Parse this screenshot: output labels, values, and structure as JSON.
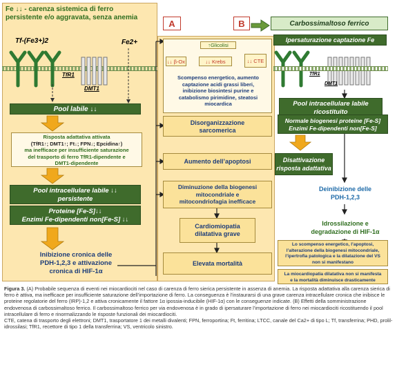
{
  "panelA": {
    "title_line1": "Fe ↓↓ - carenza sistemica di ferro",
    "title_line2": "persistente e/o aggravata, senza anemia",
    "letter": "A",
    "tf_label": "Tf-(Fe3+)2",
    "fe2_label": "Fe2+",
    "tfr1_label": "TfR1",
    "dmt1_label": "DMT1",
    "pool_labile": "Pool labile ↓↓",
    "adaptive": {
      "line1": "Risposta adattativa attivata",
      "line2": "(TfR1↑; DMT1↑; Ft↓; FPN↓; Epcidina↑)",
      "line3": "ma inefficace per insufficiente saturazione",
      "line4": "del trasporto di ferro TfR1-dipendente e",
      "line5": "DMT1-dipendente"
    },
    "pool_persistent_1": "Pool intracellulare labile ↓↓",
    "pool_persistent_2": "persistente",
    "proteins_1": "Proteine [Fe-S]↓↓",
    "proteins_2": "Enzimi Fe-dipendenti non[Fe-S] ↓↓",
    "inhibition_1": "Inibizione cronica delle",
    "inhibition_2": "PDH-1,2,3 e  attivazione",
    "inhibition_3": "cronica di HIF-1α",
    "glicolisi": "↑Glicolisi",
    "box_box": "↓↓ β-Ox",
    "krebs": "↓↓ Krebs",
    "cte": "↓↓ CTE",
    "energy_1": "Scompenso energetico,  aumento",
    "energy_2": "captazione acidi grassi liberi,",
    "energy_3": "inibizione biosintesi purine e",
    "energy_4": "catabolismo pirimidine, steatosi",
    "energy_5": "miocardica",
    "disorg_1": "Disorganizzazione",
    "disorg_2": "sarcomerica",
    "apoptosis": "Aumento dell’apoptosi",
    "biogenesis_1": "Diminuzione della biogenesi",
    "biogenesis_2": "mitocondriale e",
    "biogenesis_3": "mitocondriofagia inefficace",
    "cardio_1": "Cardiomiopatia",
    "cardio_2": "dilatativa grave",
    "mortality": "Elevata mortalità"
  },
  "panelB": {
    "letter": "B",
    "carbo": "Carbossimaltoso ferrico",
    "iper": "Ipersaturazione captazione Fe",
    "tfr1_label": "TfR1",
    "dmt1_label": "DMT1",
    "pool_1": "Pool intracellulare labile",
    "pool_2": "ricostituito",
    "normal_1": "Normale biogenesi proteine [Fe-S]",
    "normal_2": "Enzimi Fe-dipendenti non[Fe-S]",
    "deact_1": "Disattivazione",
    "deact_2": "risposta adattativa",
    "deinhib_1": "Deinibizione delle",
    "deinhib_2": "PDH-1,2,3",
    "idross_1": "Idrossilazione e",
    "idross_2": "degradazione di HIF-1α",
    "result1_1": "Lo scompenso energetico, l’apoptosi,",
    "result1_2": "l’alterazione della biogenesi mitocondriale,",
    "result1_3": "l’ipertrofia patologica e la dilatazione del VS",
    "result1_4": "non si manifestano",
    "result2_1": "La miocardiopatia dilatativa non si manifesta",
    "result2_2": "e la mortalità diminuisce drasticamente"
  },
  "caption": {
    "p1_bold": "Figura 3.",
    "p1": " (A) Probabile sequenza di eventi nei miocardiociti nel caso di carenza di ferro sierica persistente in assenza di anemia. La risposta adattativa alla carenza sierica di ferro è attiva, ma inefficace per insufficiente saturazione dell’importazione di ferro. La conseguenza è l’instaurarsi di una grave carenza intracellulare cronica che inibisce le proteine regolatorie del ferro (IRP)-1,2 e attiva cronicamente il fattore 1α ipossia-inducibile (HIF-1α) con le conseguenze indicate. (B) Effetti della somministrazione endovenosa di carbossimaltoso ferrico. Il carbossimaltoso ferrico per via endovenosa è in grado di ipersaturare l’importazione di ferro nei miocardiociti ricostituendo il pool intracellulare di ferro e rinormalizzando le risposte funzionali dei miocardiociti.",
    "p2": "CTE, catena di trasporto degli elettroni; DMT1, trasportatore 1 dei metalli divalenti; FPN, ferroportina; Ft, ferritina; LTCC, canale del Ca2+ di tipo L; Tf, transferrina; PHD, prolil-idrossilasi; TfR1, recettore di tipo 1 della transferrina; VS, ventricolo sinistro."
  },
  "colors": {
    "panel_bg": "#fde7b0",
    "green_box": "#3f6b2c",
    "yellow_box": "#fbe29a",
    "arrow": "#f0a81c",
    "red_letter": "#c0392b"
  }
}
